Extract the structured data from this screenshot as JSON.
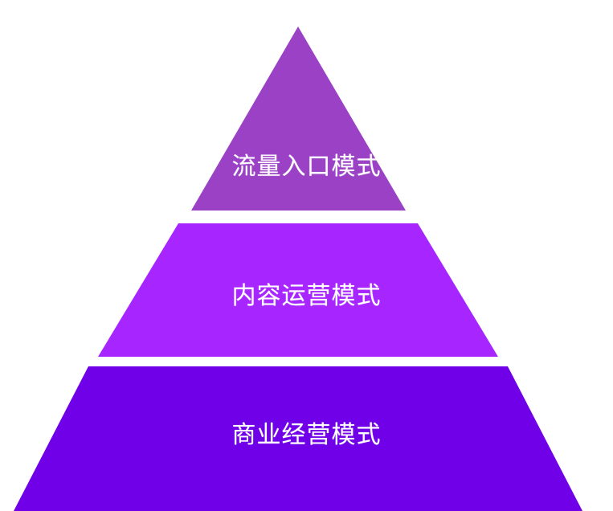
{
  "diagram": {
    "type": "pyramid",
    "title": "",
    "background_color": "#ffffff",
    "text_color": "#ffffff",
    "orientation": "apex-top",
    "tier_count": 3,
    "tiers": [
      {
        "level": 1,
        "position": "top",
        "label": "流量入口模式",
        "color": "#9b41c6",
        "shape": "triangle"
      },
      {
        "level": 2,
        "position": "middle",
        "label": "内容运营模式",
        "color": "#a726ff",
        "shape": "trapezoid"
      },
      {
        "level": 3,
        "position": "bottom",
        "label": "商业经营模式",
        "color": "#7000e8",
        "shape": "trapezoid"
      }
    ]
  },
  "chart_data": {
    "type": "pyramid",
    "title": "",
    "categories": [
      "流量入口模式",
      "内容运营模式",
      "商业经营模式"
    ],
    "values": [
      1,
      2,
      3
    ],
    "colors": [
      "#9b41c6",
      "#a726ff",
      "#7000e8"
    ],
    "legend": "none",
    "grid": false
  }
}
